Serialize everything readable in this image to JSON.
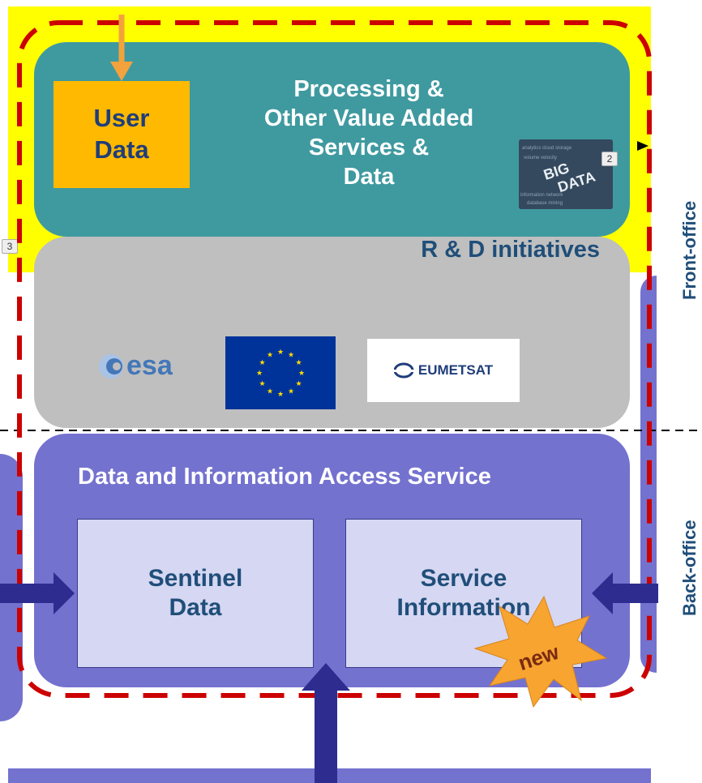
{
  "front_office": {
    "user_data": "User\nData",
    "processing_title": "Processing &\nOther Value Added\nServices &\nData",
    "bigdata_words": [
      "BIG",
      "DATA"
    ],
    "badge_2": "2",
    "badge_3": "3"
  },
  "rd": {
    "title": "R & D initiatives",
    "esa_label": "esa",
    "eumetsat_label": "EUMETSAT"
  },
  "back_office": {
    "title": "Data and Information Access Service",
    "sentinel": "Sentinel\nData",
    "service_info": "Service\nInformation",
    "new_badge": "new"
  },
  "side_labels": {
    "front": "Front-office",
    "back": "Back-office"
  },
  "colors": {
    "yellow": "#ffff00",
    "teal": "#3f9aa0",
    "gray": "#bfbfbf",
    "purple": "#7472cf",
    "dashed_red": "#cc0000",
    "arrow_orange": "#f4a23c",
    "arrow_navy": "#2e2d8f"
  }
}
